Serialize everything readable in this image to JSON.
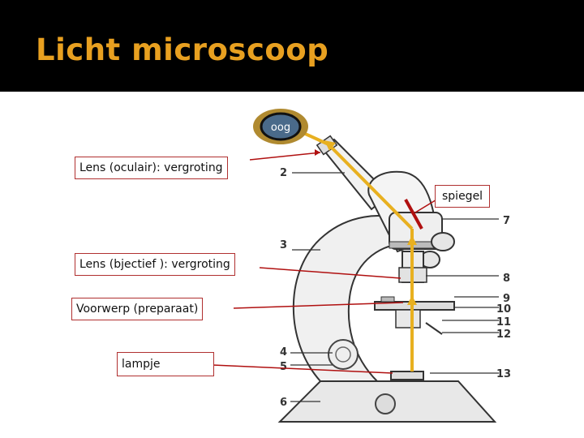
{
  "slide": {
    "title": "Licht microscoop"
  },
  "labels": {
    "oog": "oog",
    "oculair": "Lens (oculair): vergroting",
    "spiegel": "spiegel",
    "objectief": "Lens (bjectief ): vergroting",
    "voorwerp": "Voorwerp (preparaat)",
    "lampje": "lampje"
  },
  "part_numbers": [
    "2",
    "3",
    "4",
    "5",
    "6",
    "7",
    "8",
    "9",
    "10",
    "11",
    "12",
    "13"
  ],
  "colors": {
    "background": "#000000",
    "title": "#e8a020",
    "light_path": "#e8b020",
    "callout_line": "#b01010",
    "oog_fill": "#4a6a8a",
    "oog_ring": "#b08a30"
  }
}
